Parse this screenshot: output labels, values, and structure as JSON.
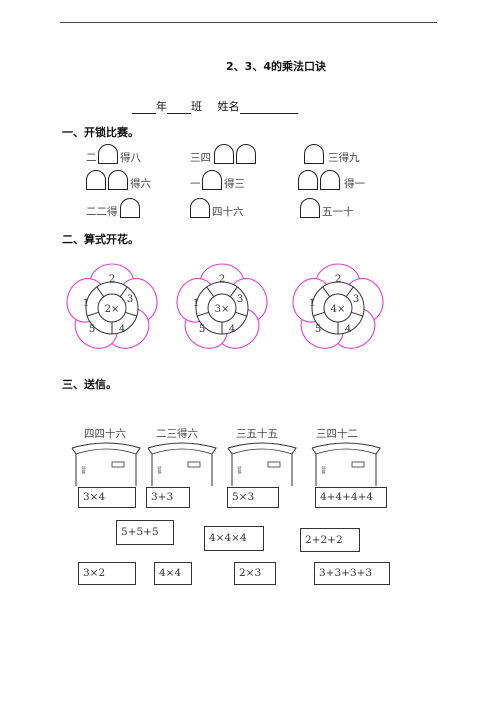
{
  "title": "2、3、4的乘法口诀",
  "info": {
    "year": "年",
    "class": "班",
    "name": "姓名"
  },
  "section1": {
    "heading": "一、开锁比赛。",
    "items": {
      "a_pre": "二",
      "a_post": "得八",
      "b_pre": "三四",
      "c_post": "三得九",
      "d_post": "得六",
      "e_pre": "一",
      "e_post": "得三",
      "f_post": "得一",
      "g_pre": "二二得",
      "h_post": "四十六",
      "i_post": "五一十"
    }
  },
  "section2": {
    "heading": "二、算式开花。",
    "flowers": [
      {
        "center": "2×",
        "petals": [
          "2",
          "3",
          "4",
          "5",
          "1"
        ]
      },
      {
        "center": "3×",
        "petals": [
          "2",
          "3",
          "4",
          "5",
          "1"
        ]
      },
      {
        "center": "4×",
        "petals": [
          "2",
          "3",
          "4",
          "5",
          "1"
        ]
      }
    ]
  },
  "section3": {
    "heading": "三、送信。",
    "mailbox_label": "邮箱",
    "poems": [
      "四四十六",
      "二三得六",
      "三五十五",
      "三四十二"
    ],
    "letters": [
      "3×4",
      "3+3",
      "5×3",
      "4+4+4+4",
      "5+5+5",
      "4×4×4",
      "2+2+2",
      "3×2",
      "4×4",
      "2×3",
      "3+3+3+3"
    ]
  },
  "colors": {
    "petal": "#e040d0",
    "line": "#222222"
  }
}
